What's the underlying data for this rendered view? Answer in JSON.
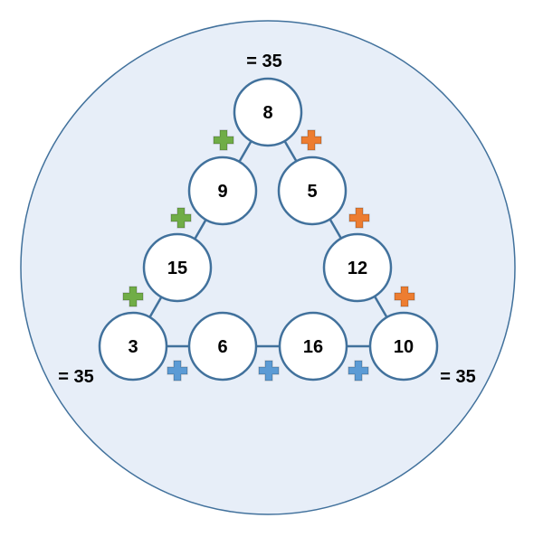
{
  "colors": {
    "background_circle_fill": "#e7eef8",
    "outline": "#41719c",
    "node_fill": "#ffffff",
    "plus_green": "#70ad47",
    "plus_orange": "#ed7d31",
    "plus_blue": "#5b9bd5"
  },
  "nodes": [
    {
      "id": "top",
      "value": "8"
    },
    {
      "id": "left-2",
      "value": "9"
    },
    {
      "id": "right-2",
      "value": "5"
    },
    {
      "id": "left-3",
      "value": "15"
    },
    {
      "id": "right-3",
      "value": "12"
    },
    {
      "id": "bottom-left",
      "value": "3"
    },
    {
      "id": "bottom-2",
      "value": "6"
    },
    {
      "id": "bottom-3",
      "value": "16"
    },
    {
      "id": "bottom-right",
      "value": "10"
    }
  ],
  "sums": {
    "top": "= 35",
    "bottom_left": "= 35",
    "bottom_right": "= 35"
  },
  "icons": {
    "plus": "plus-icon"
  }
}
